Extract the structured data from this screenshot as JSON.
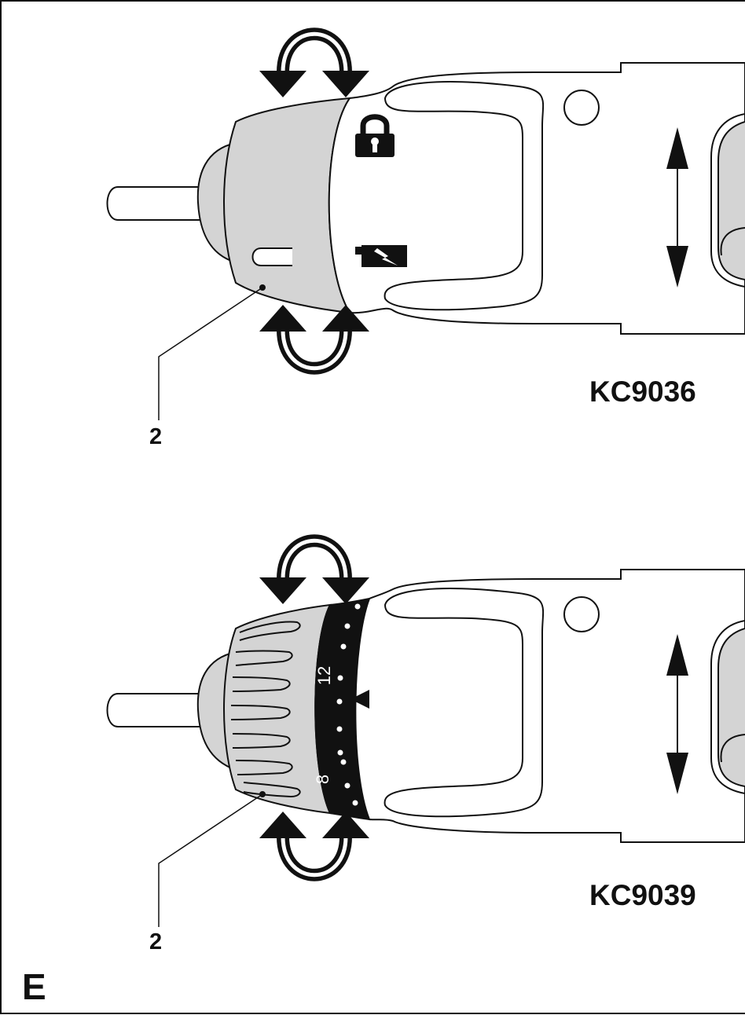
{
  "figure_letter": "E",
  "panels": [
    {
      "model": "KC9036",
      "callout": "2",
      "collar": "lock-and-drive-collar",
      "symbols": [
        "lock-icon",
        "battery-flash-icon"
      ]
    },
    {
      "model": "KC9039",
      "callout": "2",
      "collar": "torque-adjustment-collar",
      "dial_labels": [
        "12",
        "8"
      ],
      "symbols": [
        "indicator-triangle-icon"
      ]
    }
  ],
  "colors": {
    "line": "#111111",
    "collar_fill": "#d4d4d4",
    "body_fill": "#ffffff",
    "dial_ring": "#111111"
  }
}
